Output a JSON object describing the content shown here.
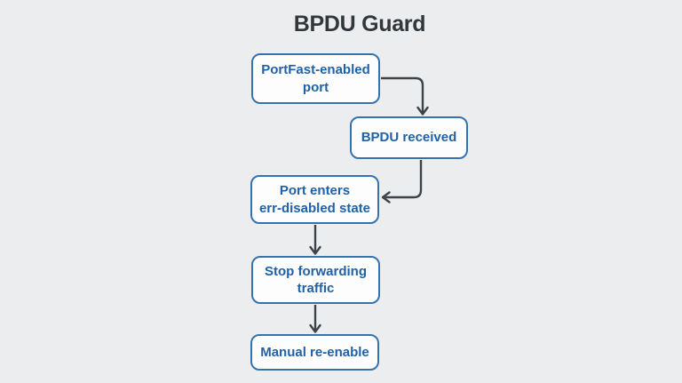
{
  "diagram": {
    "title": "BPDU Guard",
    "type": "flowchart",
    "colors": {
      "background": "#ebedee",
      "node_background": "#fdfdfe",
      "node_border": "#3573b0",
      "node_text": "#2061a7",
      "arrow": "#3e4348",
      "title_text": "#32373c"
    },
    "nodes": [
      {
        "id": "portfast-port",
        "label": "PortFast-enabled\nport"
      },
      {
        "id": "bpdu-received",
        "label": "BPDU received"
      },
      {
        "id": "err-disabled",
        "label": "Port enters\nerr-disabled state"
      },
      {
        "id": "stop-forwarding",
        "label": "Stop forwarding\ntraffic"
      },
      {
        "id": "manual-reenable",
        "label": "Manual re-enable"
      }
    ],
    "edges": [
      {
        "from": "portfast-port",
        "to": "bpdu-received"
      },
      {
        "from": "bpdu-received",
        "to": "err-disabled"
      },
      {
        "from": "err-disabled",
        "to": "stop-forwarding"
      },
      {
        "from": "stop-forwarding",
        "to": "manual-reenable"
      }
    ]
  }
}
